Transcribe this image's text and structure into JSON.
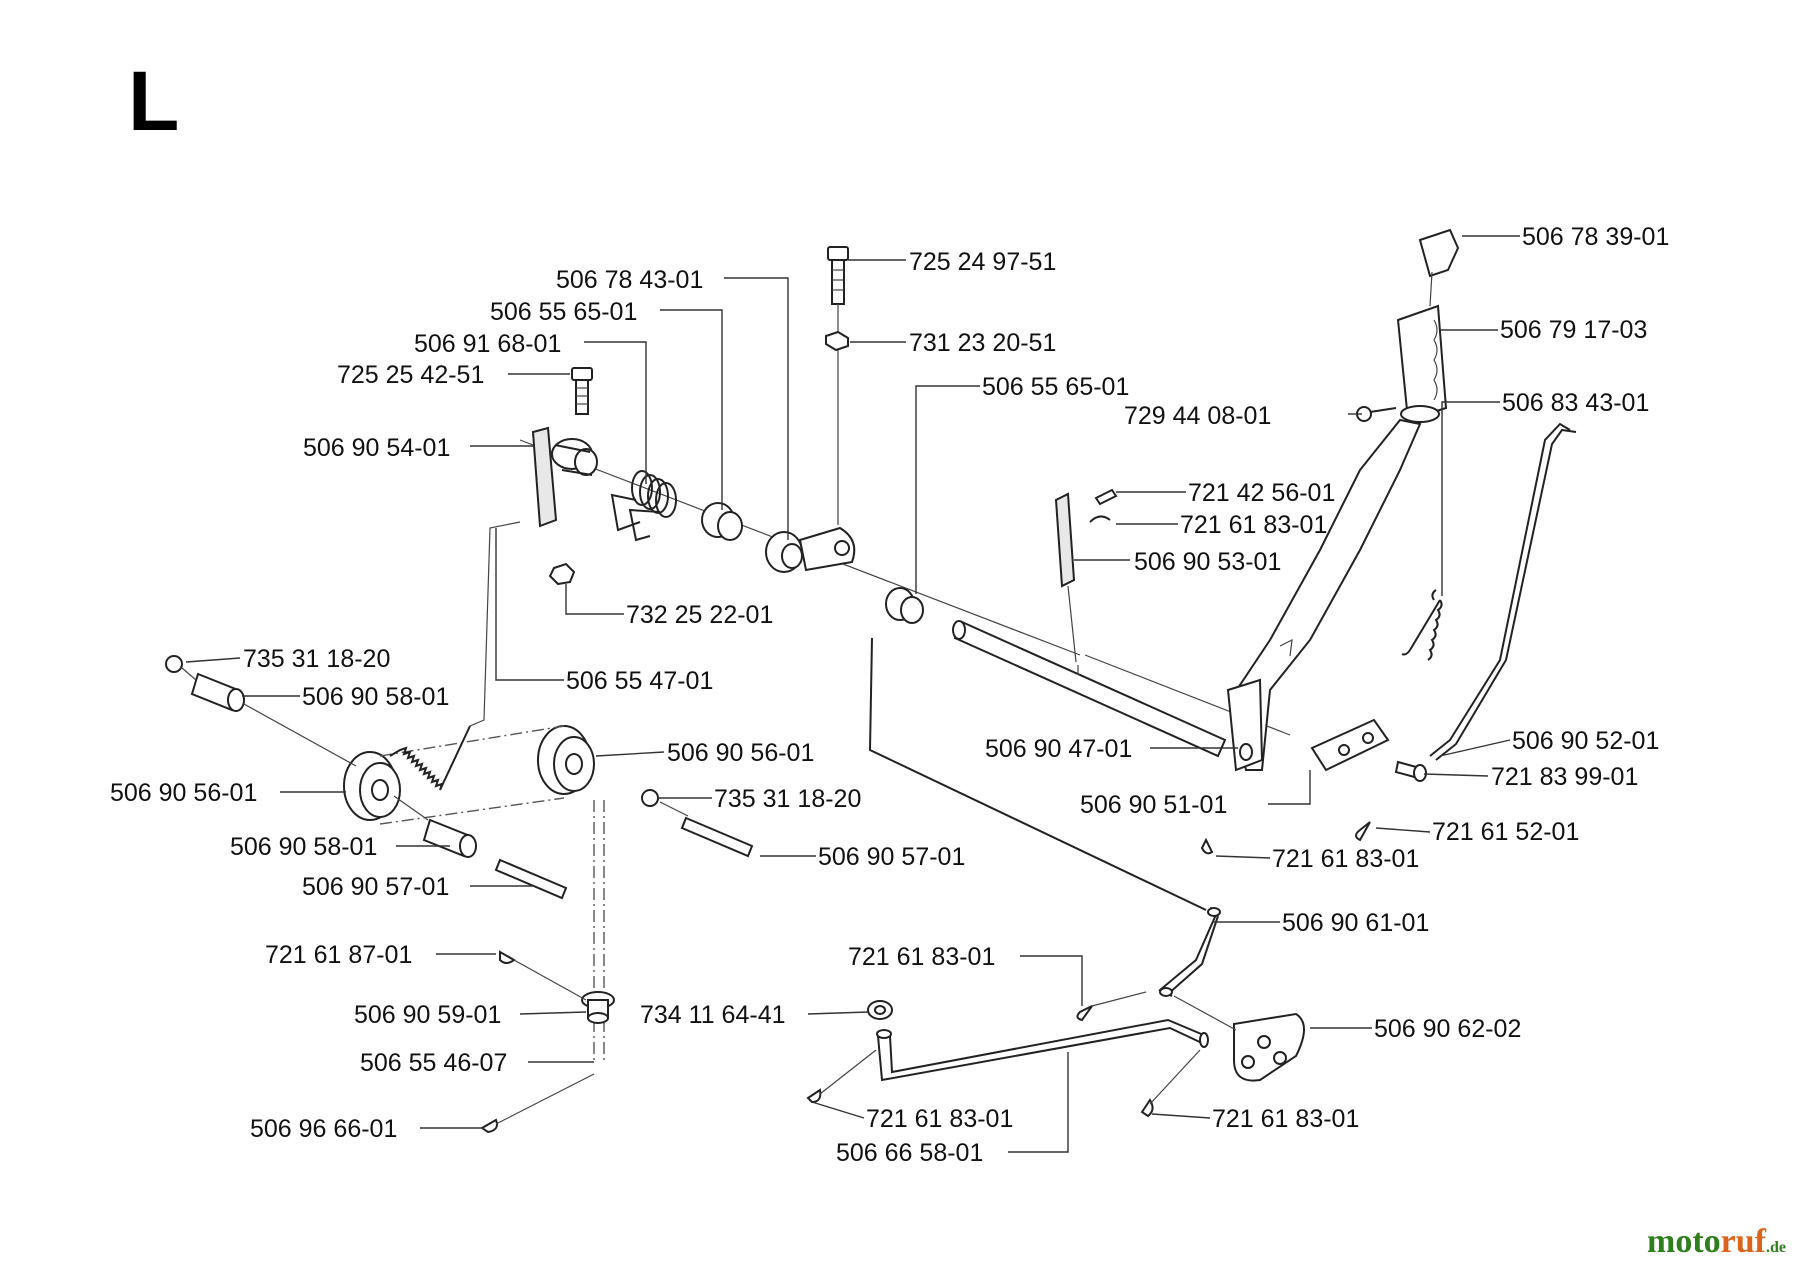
{
  "diagram": {
    "title": "L",
    "parts": [
      {
        "id": "p01",
        "number": "506 78 39-01"
      },
      {
        "id": "p02",
        "number": "725 24 97-51"
      },
      {
        "id": "p03",
        "number": "506 78 43-01"
      },
      {
        "id": "p04",
        "number": "506 55 65-01"
      },
      {
        "id": "p05",
        "number": "506 79 17-03"
      },
      {
        "id": "p06",
        "number": "731 23 20-51"
      },
      {
        "id": "p07",
        "number": "506 91 68-01"
      },
      {
        "id": "p08",
        "number": "725 25 42-51"
      },
      {
        "id": "p09",
        "number": "506 55 65-01"
      },
      {
        "id": "p10",
        "number": "506 83 43-01"
      },
      {
        "id": "p11",
        "number": "729 44 08-01"
      },
      {
        "id": "p12",
        "number": "506 90 54-01"
      },
      {
        "id": "p13",
        "number": "721 42 56-01"
      },
      {
        "id": "p14",
        "number": "721 61 83-01"
      },
      {
        "id": "p15",
        "number": "506 90 53-01"
      },
      {
        "id": "p16",
        "number": "732 25 22-01"
      },
      {
        "id": "p17",
        "number": "735 31 18-20"
      },
      {
        "id": "p18",
        "number": "506 55 47-01"
      },
      {
        "id": "p19",
        "number": "506 90 58-01"
      },
      {
        "id": "p20",
        "number": "506 90 52-01"
      },
      {
        "id": "p21",
        "number": "506 90 47-01"
      },
      {
        "id": "p22",
        "number": "506 90 56-01"
      },
      {
        "id": "p23",
        "number": "721 83 99-01"
      },
      {
        "id": "p24",
        "number": "506 90 56-01"
      },
      {
        "id": "p25",
        "number": "735 31 18-20"
      },
      {
        "id": "p26",
        "number": "506 90 51-01"
      },
      {
        "id": "p27",
        "number": "721 61 52-01"
      },
      {
        "id": "p28",
        "number": "506 90 58-01"
      },
      {
        "id": "p29",
        "number": "506 90 57-01"
      },
      {
        "id": "p30",
        "number": "721 61 83-01"
      },
      {
        "id": "p31",
        "number": "506 90 57-01"
      },
      {
        "id": "p32",
        "number": "506 90 61-01"
      },
      {
        "id": "p33",
        "number": "721 61 87-01"
      },
      {
        "id": "p34",
        "number": "721 61 83-01"
      },
      {
        "id": "p35",
        "number": "506 90 59-01"
      },
      {
        "id": "p36",
        "number": "734 11 64-41"
      },
      {
        "id": "p37",
        "number": "506 90 62-02"
      },
      {
        "id": "p38",
        "number": "506 55 46-07"
      },
      {
        "id": "p39",
        "number": "721 61 83-01"
      },
      {
        "id": "p40",
        "number": "721 61 83-01"
      },
      {
        "id": "p41",
        "number": "506 66 58-01"
      },
      {
        "id": "p42",
        "number": "506 96 66-01"
      }
    ]
  },
  "watermark": {
    "part1": "moto",
    "part2": "ruf",
    "part3": ".de"
  }
}
